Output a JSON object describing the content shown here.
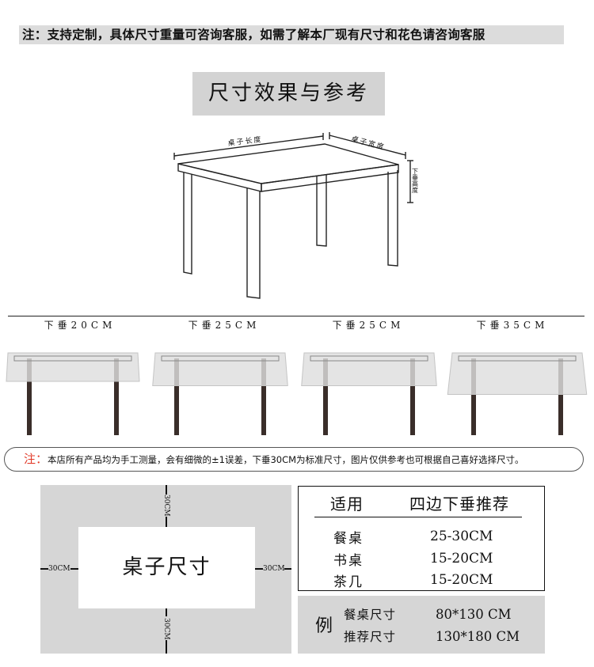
{
  "top_note": "注：支持定制，具体尺寸重量可咨询客服，如需了解本厂现有尺寸和花色请咨询客服",
  "title": "尺寸效果与参考",
  "diagram_labels": {
    "length": "桌子长度",
    "width": "桌子宽度",
    "drop": "下垂高度"
  },
  "drape_options": [
    "下垂20CM",
    "下垂25CM",
    "下垂25CM",
    "下垂35CM"
  ],
  "drape_values_cm": [
    20,
    25,
    25,
    35
  ],
  "notice": {
    "prefix": "注：",
    "text": "本店所有产品均为手工测量，会有细微的±1误差，下垂30CM为标准尺寸，图片仅供参考也可根据自己喜好选择尺寸。"
  },
  "size_diagram": {
    "center_label": "桌子尺寸",
    "top": "30CM",
    "bottom": "30CM",
    "left": "30CM",
    "right": "30CM"
  },
  "recommend": {
    "header_use": "适用",
    "header_drop": "四边下垂推荐",
    "rows": [
      {
        "name": "餐桌",
        "value": "25-30CM"
      },
      {
        "name": "书桌",
        "value": "15-20CM"
      },
      {
        "name": "茶几",
        "value": "15-20CM"
      }
    ]
  },
  "example": {
    "mark": "例",
    "rows": [
      {
        "name": "餐桌尺寸",
        "value": "80*130 CM"
      },
      {
        "name": "推荐尺寸",
        "value": "130*180 CM"
      }
    ]
  },
  "colors": {
    "gray_panel": "#d6d6d6",
    "notice_red": "#e23b2a",
    "leg_dark": "#3a2e2a"
  }
}
